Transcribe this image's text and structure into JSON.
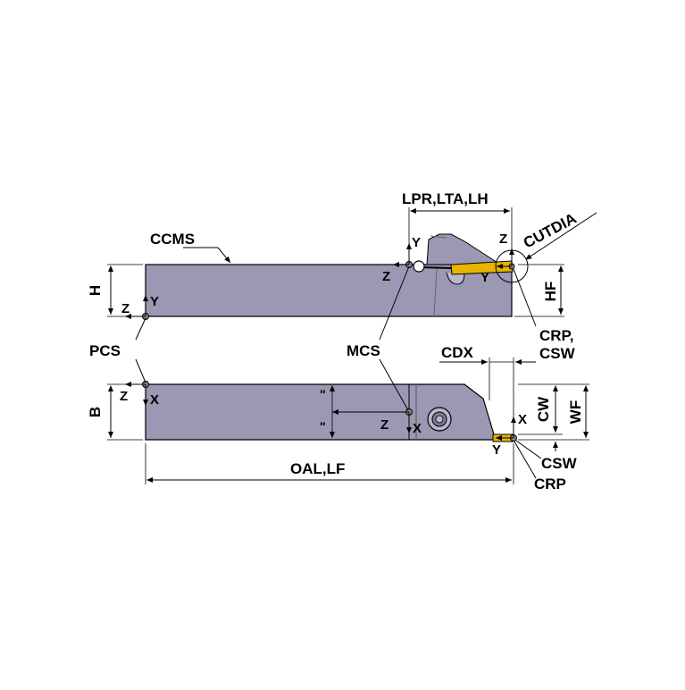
{
  "labels": {
    "ccms": "CCMS",
    "pcs": "PCS",
    "mcs": "MCS",
    "lpr_lta_lh": "LPR,LTA,LH",
    "cutdia": "CUTDIA",
    "crp_csw_top_1": "CRP,",
    "crp_csw_top_2": "CSW",
    "cdx": "CDX",
    "cw": "CW",
    "wf": "WF",
    "csw_bottom": "CSW",
    "crp_bottom": "CRP",
    "oal_lf": "OAL,LF",
    "h": "H",
    "hf": "HF",
    "b": "B"
  },
  "axes": {
    "pcs_top_z": "Z",
    "pcs_top_y": "Y",
    "pcs_bottom_z": "Z",
    "pcs_bottom_x": "X",
    "mcs_top_y": "Y",
    "mcs_top_z": "Z",
    "mcs_bottom_z": "Z",
    "mcs_bottom_x": "X",
    "crp_top_z": "Z",
    "crp_top_y": "Y",
    "crp_bottom_x": "X",
    "crp_bottom_y": "Y"
  },
  "colors": {
    "body": "#9c97b3",
    "insert": "#e8b400",
    "line": "#000000"
  }
}
